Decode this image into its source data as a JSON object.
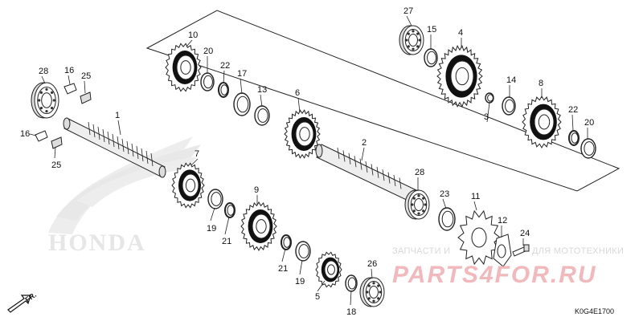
{
  "diagram": {
    "code": "K0G4E1700",
    "fr_label": "FR.",
    "watermark": {
      "caption": "ЗАПЧАСТИ И",
      "caption_tail": "ДЛЯ МОТОТЕХНИКИ",
      "brand": "PARTS4FOR.RU",
      "logo_text": "HONDA"
    },
    "callouts": [
      {
        "id": "c1",
        "label": "1"
      },
      {
        "id": "c2",
        "label": "2"
      },
      {
        "id": "c3",
        "label": "3"
      },
      {
        "id": "c4",
        "label": "4"
      },
      {
        "id": "c5",
        "label": "5"
      },
      {
        "id": "c6",
        "label": "6"
      },
      {
        "id": "c7",
        "label": "7"
      },
      {
        "id": "c8",
        "label": "8"
      },
      {
        "id": "c9",
        "label": "9"
      },
      {
        "id": "c10",
        "label": "10"
      },
      {
        "id": "c11",
        "label": "11"
      },
      {
        "id": "c12",
        "label": "12"
      },
      {
        "id": "c13",
        "label": "13"
      },
      {
        "id": "c14",
        "label": "14"
      },
      {
        "id": "c15",
        "label": "15"
      },
      {
        "id": "c16a",
        "label": "16"
      },
      {
        "id": "c16b",
        "label": "16"
      },
      {
        "id": "c17",
        "label": "17"
      },
      {
        "id": "c18",
        "label": "18"
      },
      {
        "id": "c19a",
        "label": "19"
      },
      {
        "id": "c19b",
        "label": "19"
      },
      {
        "id": "c20a",
        "label": "20"
      },
      {
        "id": "c20b",
        "label": "20"
      },
      {
        "id": "c21a",
        "label": "21"
      },
      {
        "id": "c21b",
        "label": "21"
      },
      {
        "id": "c22a",
        "label": "22"
      },
      {
        "id": "c22b",
        "label": "22"
      },
      {
        "id": "c23",
        "label": "23"
      },
      {
        "id": "c24",
        "label": "24"
      },
      {
        "id": "c25a",
        "label": "25"
      },
      {
        "id": "c25b",
        "label": "25"
      },
      {
        "id": "c26",
        "label": "26"
      },
      {
        "id": "c27",
        "label": "27"
      },
      {
        "id": "c28a",
        "label": "28"
      },
      {
        "id": "c28b",
        "label": "28"
      }
    ]
  }
}
